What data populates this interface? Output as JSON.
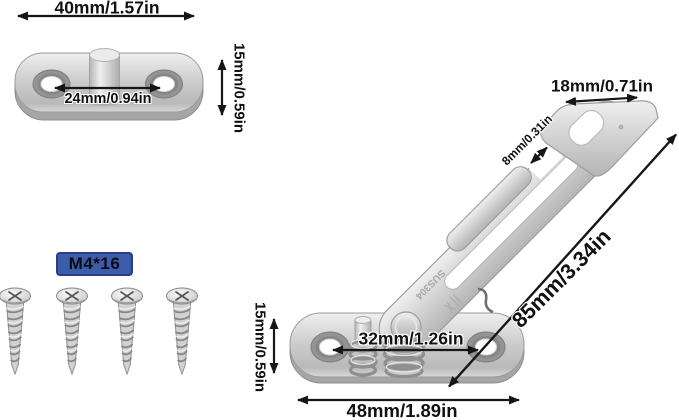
{
  "page": {
    "background": "#ffffff"
  },
  "keeper_plate": {
    "width_label": "40mm/1.57in",
    "height_label": "15mm/0.59in",
    "hole_spacing_label": "24mm/0.94in"
  },
  "screw_pack": {
    "size_badge": "M4*16",
    "count": 4,
    "badge_color": "#3d5caa"
  },
  "restrictor": {
    "hook_width_label": "18mm/0.71in",
    "slot_gap_label": "8mm/0.31in",
    "arm_length_label": "85mm/3.34in",
    "base_height_label": "15mm/0.59in",
    "base_hole_spacing_label": "32mm/1.26in",
    "base_width_label": "48mm/1.89in",
    "engraving": "SUS304"
  }
}
